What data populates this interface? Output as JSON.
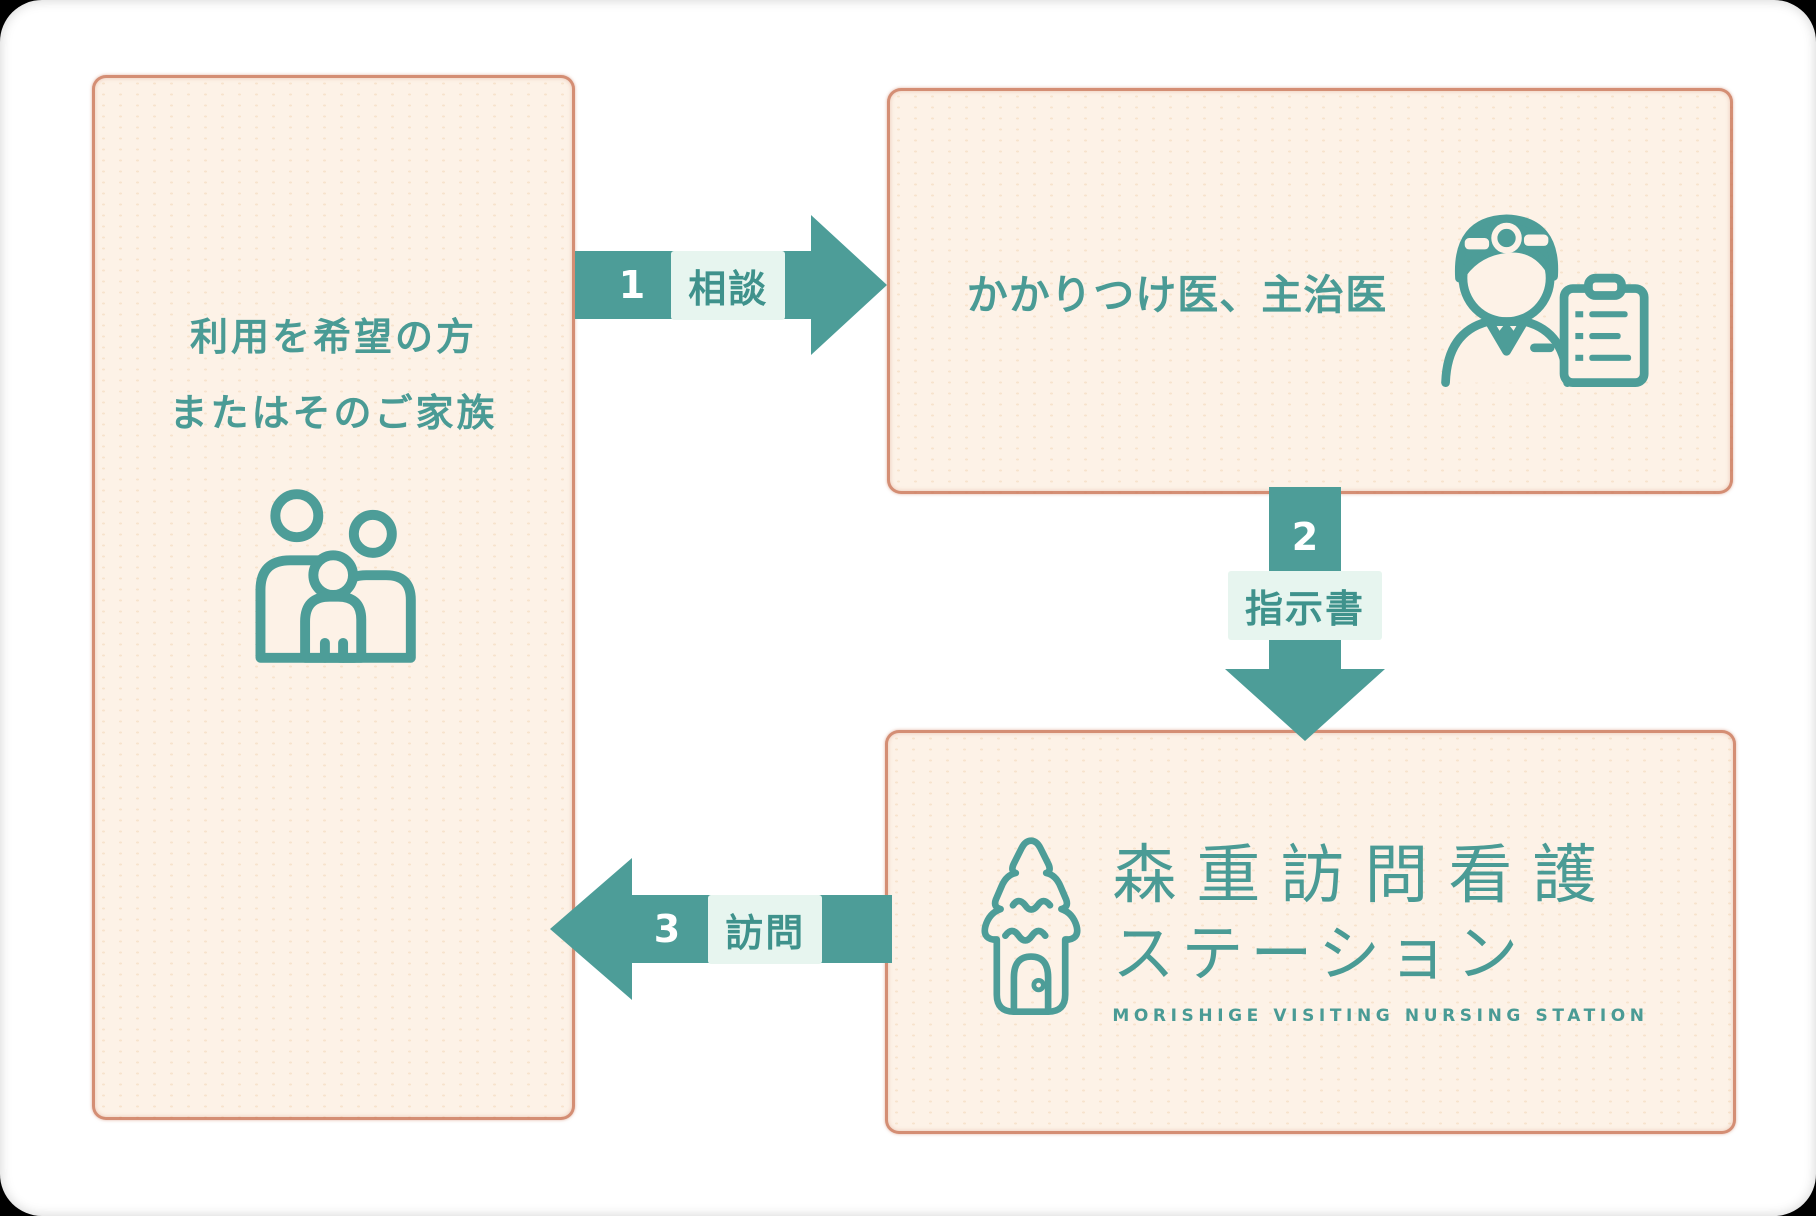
{
  "palette": {
    "teal": "#4d9d98",
    "text_teal": "#4a9b95",
    "box_fill_cream": "#fdf2e7",
    "box_border_salmon": "#c97457",
    "label_bg_mint": "#e7f5ef",
    "card_bg": "#ffffff",
    "page_bg": "#000000"
  },
  "boxes": {
    "user": {
      "line1": "利用を希望の方",
      "line2": "またはそのご家族",
      "icon": "family-icon"
    },
    "doctor": {
      "label": "かかりつけ医、主治医",
      "icon": "doctor-clipboard-icon"
    },
    "station": {
      "logo_line1": "森重訪問看護",
      "logo_line2": "ステーション",
      "logo_sub": "MORISHIGE VISITING NURSING STATION",
      "icon": "tree-house-icon"
    }
  },
  "arrows": [
    {
      "step": "1",
      "label": "相談",
      "direction": "right",
      "from": "user",
      "to": "doctor"
    },
    {
      "step": "2",
      "label": "指示書",
      "direction": "down",
      "from": "doctor",
      "to": "station"
    },
    {
      "step": "3",
      "label": "訪問",
      "direction": "left",
      "from": "station",
      "to": "user"
    }
  ]
}
